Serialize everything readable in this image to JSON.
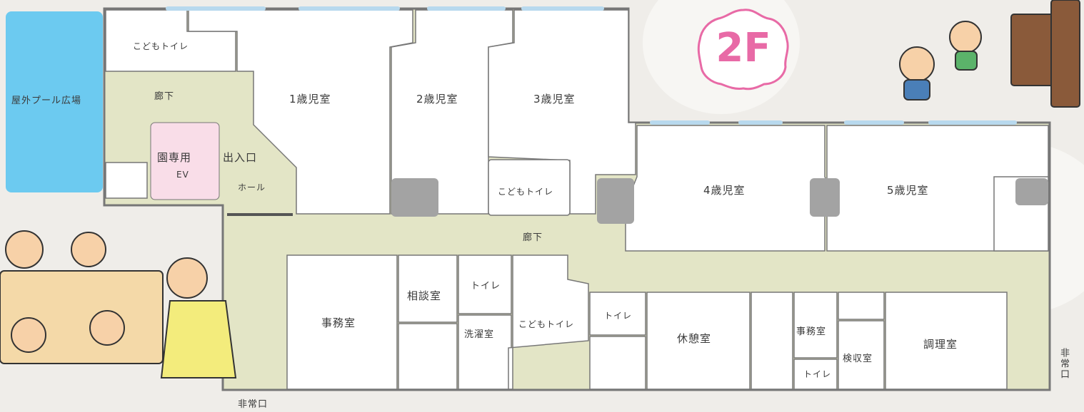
{
  "floor_badge": "2F",
  "rooms": {
    "outdoor_pool": "屋外プール広場",
    "kids_toilet_nw": "こどもトイレ",
    "corridor_nw": "廊下",
    "elevator_line1": "園専用",
    "elevator_line2": "EV",
    "entrance": "出入口",
    "hall": "ホール",
    "age1": "1歳児室",
    "age2": "2歳児室",
    "age3": "3歳児室",
    "kids_toilet_mid": "こどもトイレ",
    "age4": "4歳児室",
    "age5": "5歳児室",
    "corridor_main": "廊下",
    "office": "事務室",
    "consult": "相談室",
    "toilet_a": "トイレ",
    "laundry": "洗濯室",
    "kids_toilet_s": "こどもトイレ",
    "toilet_b": "トイレ",
    "lounge": "休憩室",
    "office_small": "事務室",
    "toilet_c": "トイレ",
    "inspection": "検収室",
    "kitchen": "調理室",
    "emergency_exit_bottom": "非常口",
    "emergency_exit_right": "非常口"
  },
  "colors": {
    "corridor": "#e3e5c6",
    "room": "#ffffff",
    "wall": "#777777",
    "pool": "#6ccaf0",
    "elevator": "#f9dde8",
    "pillar": "#a3a3a3",
    "window": "#b8d9ee",
    "badge": "#e86aa6"
  }
}
